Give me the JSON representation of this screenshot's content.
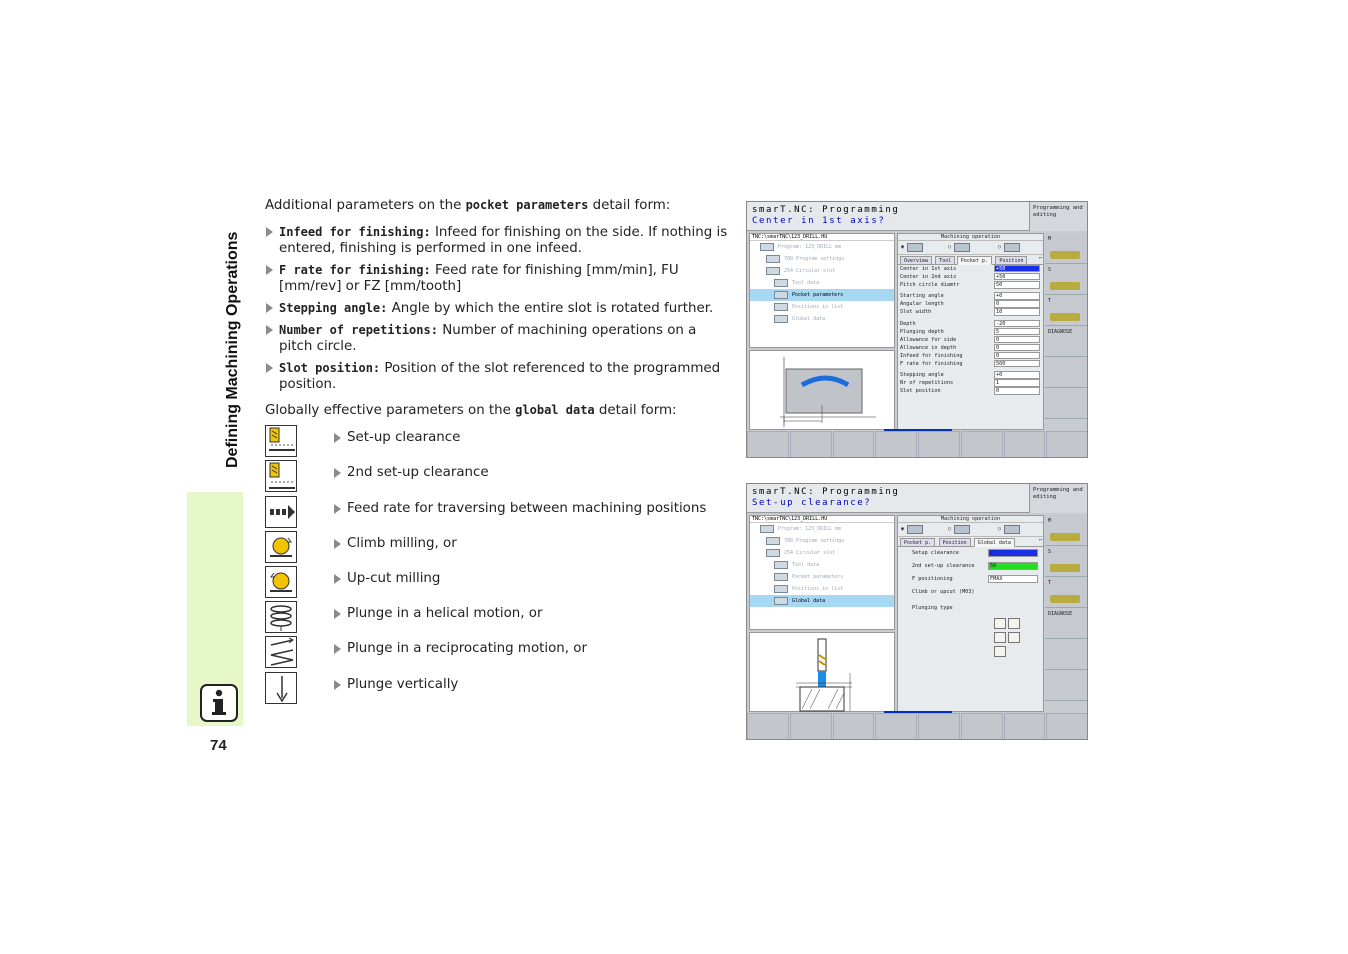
{
  "side": {
    "title": "Defining Machining Operations",
    "page_number": "74"
  },
  "intro": {
    "prefix": "Additional parameters on the ",
    "keyword": "pocket parameters",
    "suffix": " detail form:"
  },
  "bullets": [
    {
      "keyword": "Infeed for finishing:",
      "text": " Infeed for finishing on the side. If nothing is entered, finishing is performed in one infeed."
    },
    {
      "keyword": "F rate for finishing:",
      "text": " Feed rate for finishing [mm/min], FU [mm/rev] or FZ [mm/tooth]"
    },
    {
      "keyword": "Stepping angle:",
      "text": " Angle by which the entire slot is rotated further."
    },
    {
      "keyword": "Number of repetitions:",
      "text": " Number of machining operations on a pitch circle."
    },
    {
      "keyword": "Slot position:",
      "text": " Position of the slot referenced to the programmed position."
    }
  ],
  "global": {
    "prefix": "Globally effective parameters on the ",
    "keyword": "global data",
    "suffix": " detail form:"
  },
  "icon_items": [
    {
      "label": "Set-up clearance",
      "icon": "setup-clearance-icon"
    },
    {
      "label": "2nd set-up clearance",
      "icon": "second-setup-clearance-icon"
    },
    {
      "label": "Feed rate for traversing between machining positions",
      "icon": "traverse-feed-icon"
    },
    {
      "label": "Climb milling, or",
      "icon": "climb-milling-icon"
    },
    {
      "label": "Up-cut milling",
      "icon": "upcut-milling-icon"
    },
    {
      "label": "Plunge in a helical motion, or",
      "icon": "helical-plunge-icon"
    },
    {
      "label": "Plunge in a reciprocating motion, or",
      "icon": "reciprocating-plunge-icon"
    },
    {
      "label": "Plunge vertically",
      "icon": "vertical-plunge-icon"
    }
  ],
  "screen1": {
    "title": "smarT.NC: Programming",
    "prompt": "Center in 1st axis?",
    "mode": "Programming and editing",
    "path": "TNC:\\smarTNC\\123_DRILL.HU",
    "tree": [
      {
        "label": "Program: 123_DRILL mm",
        "level": 0,
        "sel": false
      },
      {
        "label": "700 Program settings",
        "level": 1,
        "sel": false
      },
      {
        "label": "254 Circular slot",
        "level": 1,
        "sel": false
      },
      {
        "label": "Tool data",
        "level": 2,
        "sel": false
      },
      {
        "label": "Pocket parameters",
        "level": 2,
        "sel": true
      },
      {
        "label": "Positions in list",
        "level": 2,
        "sel": false
      },
      {
        "label": "Global data",
        "level": 2,
        "sel": false
      }
    ],
    "form_header": "Machining operation",
    "tabs": [
      "Overview",
      "Tool",
      "Pocket p.",
      "Position"
    ],
    "active_tab": 2,
    "rows": [
      {
        "label": "Center in 1st axis",
        "value": "+50",
        "hl": true
      },
      {
        "label": "Center in 2nd axis",
        "value": "+50"
      },
      {
        "label": "Pitch circle diamtr",
        "value": "50"
      },
      {
        "gap": true
      },
      {
        "label": "Starting angle",
        "value": "+0"
      },
      {
        "label": "Angular length",
        "value": "0"
      },
      {
        "label": "Slot width",
        "value": "10"
      },
      {
        "gap": true
      },
      {
        "label": "Depth",
        "value": "-20"
      },
      {
        "label": "Plunging depth",
        "value": "5"
      },
      {
        "label": "Allowance for side",
        "value": "0"
      },
      {
        "label": "Allowance in depth",
        "value": "0"
      },
      {
        "label": "Infeed for finishing",
        "value": "0"
      },
      {
        "label": "F rate for finishing",
        "value": "500"
      },
      {
        "gap": true
      },
      {
        "label": "Stepping angle",
        "value": "+0"
      },
      {
        "label": "Nr of repetitions",
        "value": "1"
      },
      {
        "label": "Slot position",
        "value": "0"
      }
    ],
    "softkeys": [
      "M",
      "S",
      "T",
      "DIAGNOSE"
    ]
  },
  "screen2": {
    "title": "smarT.NC: Programming",
    "prompt": "Set-up clearance?",
    "mode": "Programming and editing",
    "path": "TNC:\\smarTNC\\123_DRILL.HU",
    "tree": [
      {
        "label": "Program: 123_DRILL mm",
        "level": 0,
        "sel": false
      },
      {
        "label": "700 Program settings",
        "level": 1,
        "sel": false
      },
      {
        "label": "254 Circular slot",
        "level": 1,
        "sel": false
      },
      {
        "label": "Tool data",
        "level": 2,
        "sel": false
      },
      {
        "label": "Pocket parameters",
        "level": 2,
        "sel": false
      },
      {
        "label": "Positions in list",
        "level": 2,
        "sel": false
      },
      {
        "label": "Global data",
        "level": 2,
        "sel": true
      }
    ],
    "form_header": "Machining operation",
    "tabs": [
      "Pocket p.",
      "Position",
      "Global data"
    ],
    "active_tab": 2,
    "rows": [
      {
        "label": "Setup clearance",
        "value": "2",
        "color": "#1a2ee6"
      },
      {
        "label": "2nd set-up clearance",
        "value": "50",
        "color": "#22dd22"
      },
      {
        "label": "F positioning",
        "value": "FMAX"
      },
      {
        "label": "Climb or upcut (M03)",
        "value": ""
      },
      {
        "label": "Plunging type",
        "value": ""
      }
    ],
    "softkeys": [
      "M",
      "S",
      "T",
      "DIAGNOSE"
    ]
  }
}
